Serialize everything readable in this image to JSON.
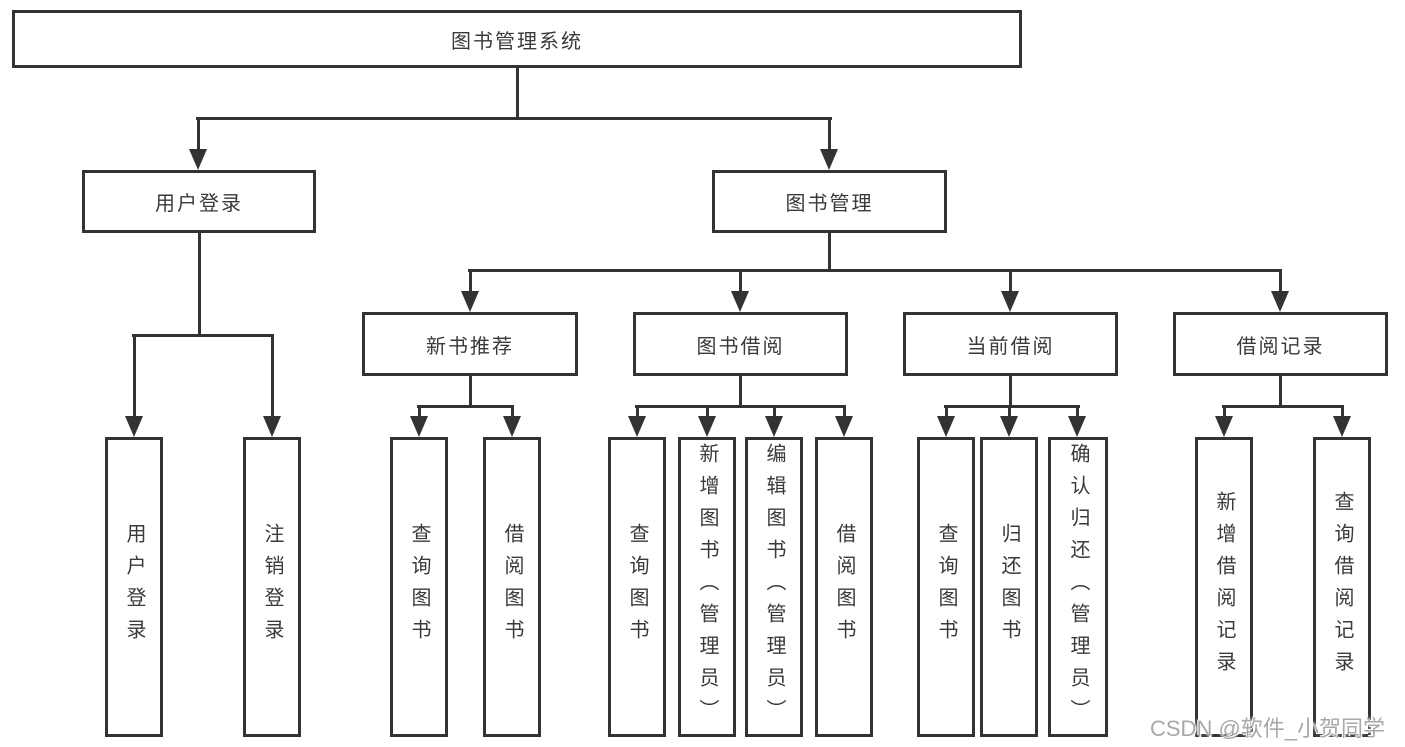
{
  "tree": {
    "label": "图书管理系统",
    "children": [
      {
        "label": "用户登录",
        "children": [
          {
            "label": "用户登录"
          },
          {
            "label": "注销登录"
          }
        ]
      },
      {
        "label": "图书管理",
        "children": [
          {
            "label": "新书推荐",
            "children": [
              {
                "label": "查询图书"
              },
              {
                "label": "借阅图书"
              }
            ]
          },
          {
            "label": "图书借阅",
            "children": [
              {
                "label": "查询图书"
              },
              {
                "label": "新增图书（管理员）"
              },
              {
                "label": "编辑图书（管理员）"
              },
              {
                "label": "借阅图书"
              }
            ]
          },
          {
            "label": "当前借阅",
            "children": [
              {
                "label": "查询图书"
              },
              {
                "label": "归还图书"
              },
              {
                "label": "确认归还（管理员）"
              }
            ]
          },
          {
            "label": "借阅记录",
            "children": [
              {
                "label": "新增借阅记录"
              },
              {
                "label": "查询借阅记录"
              }
            ]
          }
        ]
      }
    ]
  },
  "watermark": {
    "text": "CSDN @软件_小贺同学"
  },
  "colors": {
    "line": "#333333",
    "text": "#3a3a3a",
    "background": "#ffffff",
    "watermark": "#a8a8a8"
  }
}
